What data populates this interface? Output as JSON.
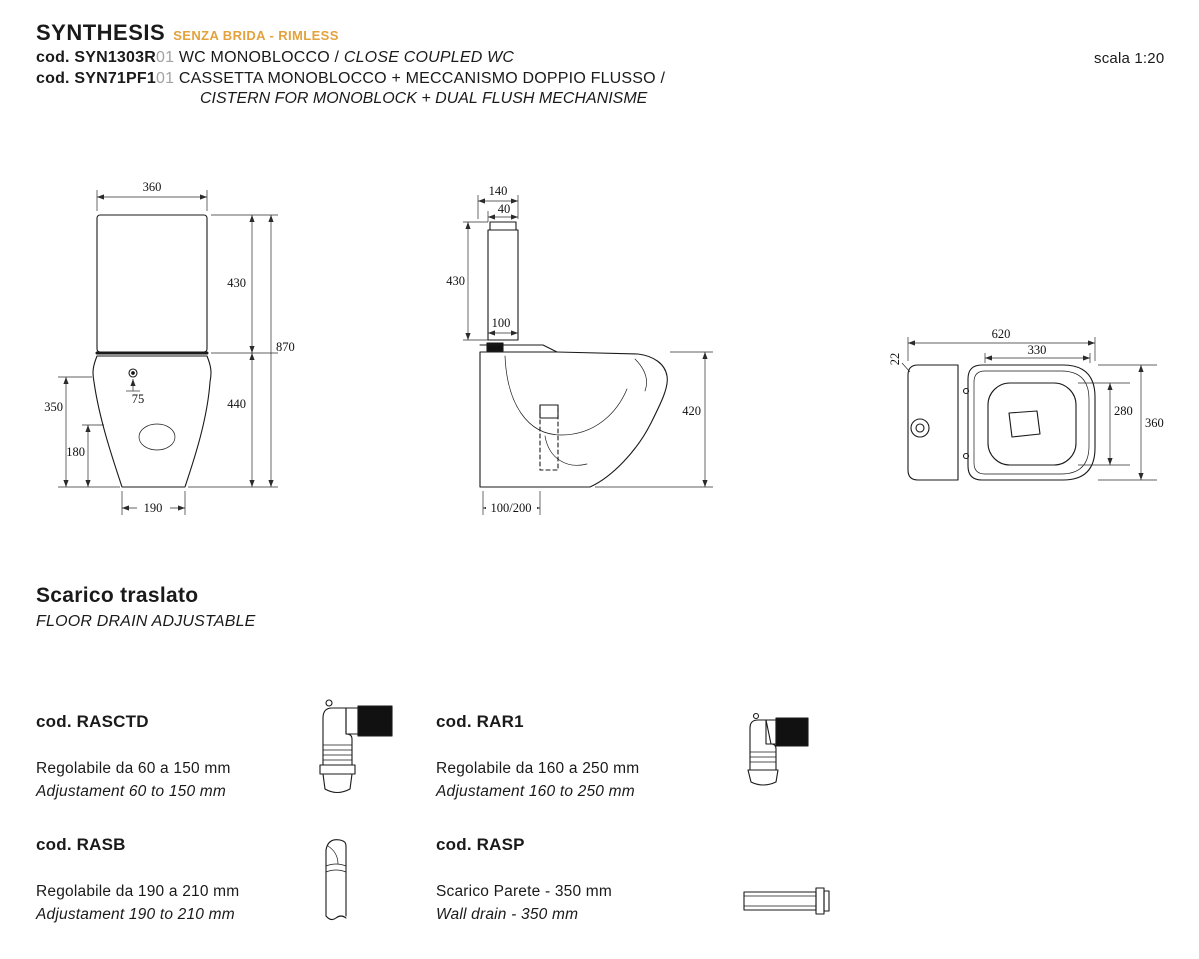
{
  "header": {
    "title": "SYNTHESIS",
    "subtitle": "SENZA BRIDA - RIMLESS",
    "scale": "scala 1:20",
    "code1": {
      "label": "cod. SYN1303R",
      "suffix": "01",
      "desc": "WC MONOBLOCCO / ",
      "desc_en": "CLOSE COUPLED WC"
    },
    "code2": {
      "label": "cod. SYN71PF1",
      "suffix": "01",
      "desc": "CASSETTA MONOBLOCCO + MECCANISMO DOPPIO FLUSSO /"
    },
    "code2_en": "CISTERN FOR MONOBLOCK + DUAL FLUSH MECHANISME"
  },
  "front_view": {
    "dims": {
      "top_width": "360",
      "cistern_height": "430",
      "bowl_height": "440",
      "total_height": "870",
      "side_height": "350",
      "base_height": "180",
      "button_offset": "75",
      "base_width": "190"
    }
  },
  "side_view": {
    "dims": {
      "top_depth": "140",
      "lid_depth": "40",
      "cistern_height": "430",
      "bottom_depth": "100",
      "bowl_height": "420",
      "drain_range": "100/200"
    }
  },
  "top_view": {
    "dims": {
      "total_depth": "620",
      "wall_gap": "22",
      "seat_inner_width": "330",
      "seat_inner_depth": "280",
      "total_width": "360"
    }
  },
  "drain_section": {
    "title": "Scarico traslato",
    "subtitle": "FLOOR DRAIN ADJUSTABLE"
  },
  "products": [
    {
      "code": "cod. RASCTD",
      "desc_it": "Regolabile da 60 a 150 mm",
      "desc_en": "Adjustament 60 to 150 mm"
    },
    {
      "code": "cod. RAR1",
      "desc_it": "Regolabile da 160 a 250 mm",
      "desc_en": "Adjustament 160 to 250 mm"
    },
    {
      "code": "cod. RASB",
      "desc_it": "Regolabile da 190 a 210 mm",
      "desc_en": "Adjustament 190 to 210 mm"
    },
    {
      "code": "cod. RASP",
      "desc_it": "Scarico Parete - 350 mm",
      "desc_en": "Wall drain - 350 mm"
    }
  ]
}
